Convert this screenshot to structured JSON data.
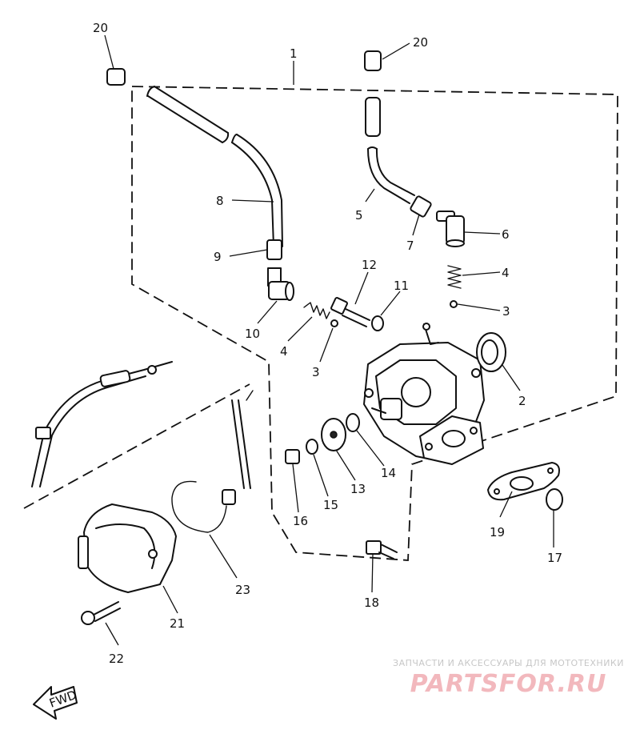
{
  "diagram": {
    "callouts": [
      "1",
      "2",
      "3",
      "3",
      "4",
      "4",
      "5",
      "6",
      "7",
      "8",
      "9",
      "10",
      "11",
      "12",
      "13",
      "14",
      "15",
      "16",
      "17",
      "18",
      "19",
      "20",
      "20",
      "21",
      "22",
      "23"
    ],
    "front_label": "FWD"
  },
  "watermark": {
    "caption": "ЗАПЧАСТИ И АКСЕССУАРЫ ДЛЯ МОТОТЕХНИКИ",
    "brand": "PARTSFOR.RU"
  }
}
